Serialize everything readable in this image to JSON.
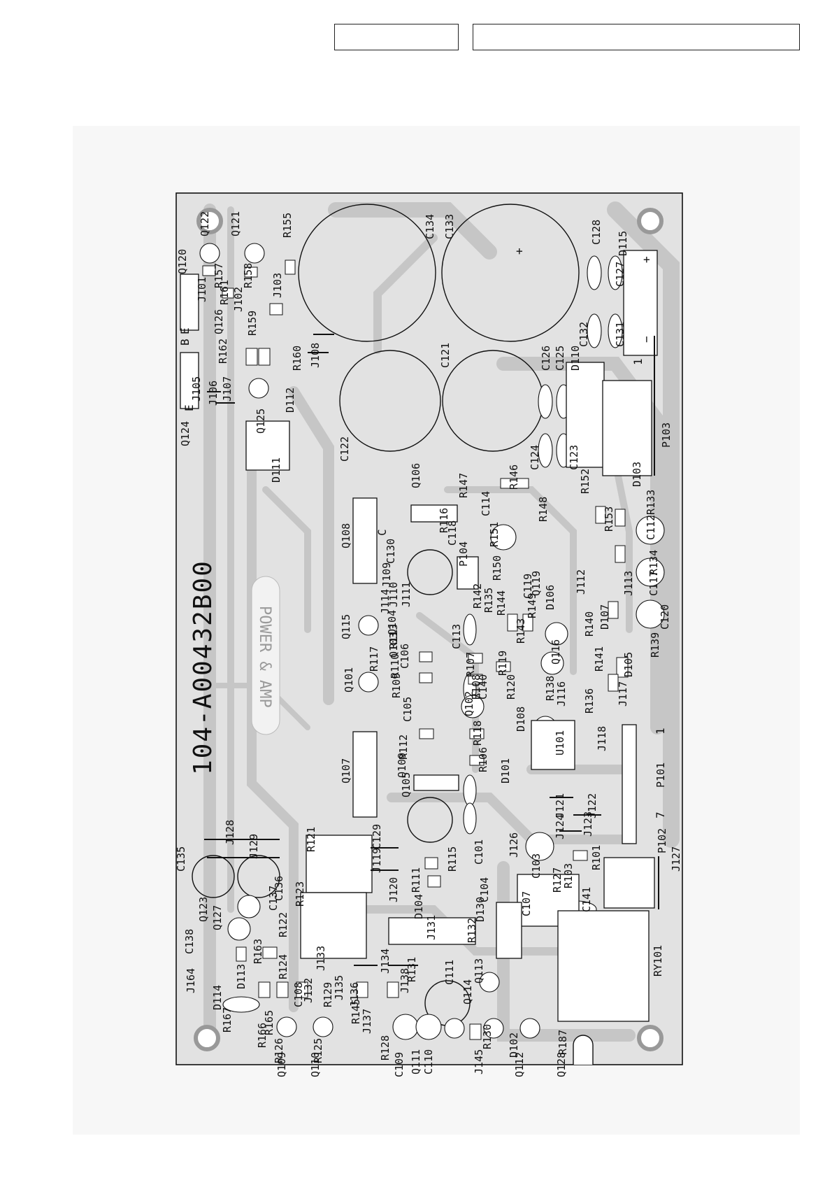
{
  "board": {
    "part_number": "104-A00432B00",
    "title": "POWER & AMP"
  },
  "labels": [
    {
      "id": "c134",
      "text": "C134"
    },
    {
      "id": "c133",
      "text": "C133"
    },
    {
      "id": "c121",
      "text": "C121"
    },
    {
      "id": "c122",
      "text": "C122"
    },
    {
      "id": "c135",
      "text": "C135"
    },
    {
      "id": "c128",
      "text": "C128"
    },
    {
      "id": "c127",
      "text": "C127"
    },
    {
      "id": "c132",
      "text": "C132"
    },
    {
      "id": "c131",
      "text": "C131"
    },
    {
      "id": "c126",
      "text": "C126"
    },
    {
      "id": "c125",
      "text": "C125"
    },
    {
      "id": "c124",
      "text": "C124"
    },
    {
      "id": "c123",
      "text": "C123"
    },
    {
      "id": "d115",
      "text": "D115"
    },
    {
      "id": "d110",
      "text": "D110"
    },
    {
      "id": "d111",
      "text": "D111"
    },
    {
      "id": "d112",
      "text": "D112"
    },
    {
      "id": "d103",
      "text": "D103"
    },
    {
      "id": "p103",
      "text": "P103"
    },
    {
      "id": "p101",
      "text": "P101"
    },
    {
      "id": "p102",
      "text": "P102"
    },
    {
      "id": "j127",
      "text": "J127"
    },
    {
      "id": "ry101",
      "text": "RY101"
    },
    {
      "id": "r155",
      "text": "R155"
    },
    {
      "id": "q121",
      "text": "Q121"
    },
    {
      "id": "q122",
      "text": "Q122"
    },
    {
      "id": "q120",
      "text": "Q120"
    },
    {
      "id": "r158",
      "text": "R158"
    },
    {
      "id": "r157",
      "text": "R157"
    },
    {
      "id": "j103",
      "text": "J103"
    },
    {
      "id": "j101",
      "text": "J101"
    },
    {
      "id": "j102",
      "text": "J102"
    },
    {
      "id": "r161",
      "text": "R161"
    },
    {
      "id": "q126",
      "text": "Q126"
    },
    {
      "id": "r159",
      "text": "R159"
    },
    {
      "id": "r162",
      "text": "R162"
    },
    {
      "id": "r160",
      "text": "R160"
    },
    {
      "id": "j108",
      "text": "J108"
    },
    {
      "id": "j105",
      "text": "J105"
    },
    {
      "id": "j106",
      "text": "J106"
    },
    {
      "id": "j107",
      "text": "J107"
    },
    {
      "id": "q125",
      "text": "Q125"
    },
    {
      "id": "q124",
      "text": "Q124"
    },
    {
      "id": "q108",
      "text": "Q108"
    },
    {
      "id": "q107",
      "text": "Q107"
    },
    {
      "id": "q106",
      "text": "Q106"
    },
    {
      "id": "q101",
      "text": "Q101"
    },
    {
      "id": "q115",
      "text": "Q115"
    },
    {
      "id": "q105",
      "text": "Q105"
    },
    {
      "id": "q102",
      "text": "Q102"
    },
    {
      "id": "q116",
      "text": "Q116"
    },
    {
      "id": "q119",
      "text": "Q119"
    },
    {
      "id": "u101",
      "text": "U101"
    },
    {
      "id": "r146",
      "text": "R146"
    },
    {
      "id": "r147",
      "text": "R147"
    },
    {
      "id": "r152",
      "text": "R152"
    },
    {
      "id": "r153",
      "text": "R153"
    },
    {
      "id": "r133",
      "text": "R133"
    },
    {
      "id": "c112",
      "text": "C112"
    },
    {
      "id": "r134",
      "text": "R134"
    },
    {
      "id": "c117",
      "text": "C117"
    },
    {
      "id": "c120",
      "text": "C120"
    },
    {
      "id": "r139",
      "text": "R139"
    },
    {
      "id": "d105",
      "text": "D105"
    },
    {
      "id": "d107",
      "text": "D107"
    },
    {
      "id": "d106",
      "text": "D106"
    },
    {
      "id": "j113",
      "text": "J113"
    },
    {
      "id": "j112",
      "text": "J112"
    },
    {
      "id": "j117",
      "text": "J117"
    },
    {
      "id": "j118",
      "text": "J118"
    },
    {
      "id": "r136",
      "text": "R136"
    },
    {
      "id": "r138",
      "text": "R138"
    },
    {
      "id": "r141",
      "text": "R141"
    },
    {
      "id": "r140",
      "text": "R140"
    },
    {
      "id": "r143",
      "text": "R143"
    },
    {
      "id": "c130",
      "text": "C130"
    },
    {
      "id": "c118",
      "text": "C118"
    },
    {
      "id": "r116",
      "text": "R116"
    },
    {
      "id": "c114",
      "text": "C114"
    },
    {
      "id": "r151",
      "text": "R151"
    },
    {
      "id": "r150",
      "text": "R150"
    },
    {
      "id": "c119",
      "text": "C119"
    },
    {
      "id": "r149",
      "text": "R149"
    },
    {
      "id": "r142",
      "text": "R142"
    },
    {
      "id": "r135",
      "text": "R135"
    },
    {
      "id": "r144",
      "text": "R144"
    },
    {
      "id": "p104",
      "text": "P104"
    },
    {
      "id": "c113",
      "text": "C113"
    },
    {
      "id": "r107",
      "text": "R107"
    },
    {
      "id": "r108",
      "text": "R108"
    },
    {
      "id": "c140",
      "text": "C140"
    },
    {
      "id": "c106",
      "text": "C106"
    },
    {
      "id": "c105",
      "text": "C105"
    },
    {
      "id": "r112",
      "text": "R112"
    },
    {
      "id": "r118",
      "text": "R118"
    },
    {
      "id": "r106",
      "text": "R106"
    },
    {
      "id": "d108",
      "text": "D108"
    },
    {
      "id": "d101",
      "text": "D101"
    },
    {
      "id": "q109",
      "text": "Q109"
    },
    {
      "id": "c129",
      "text": "C129"
    },
    {
      "id": "j119",
      "text": "J119"
    },
    {
      "id": "j120",
      "text": "J120"
    },
    {
      "id": "r121",
      "text": "R121"
    },
    {
      "id": "r115",
      "text": "R115"
    },
    {
      "id": "r111",
      "text": "R111"
    },
    {
      "id": "c101",
      "text": "C101"
    },
    {
      "id": "c104",
      "text": "C104"
    },
    {
      "id": "j126",
      "text": "J126"
    },
    {
      "id": "c103",
      "text": "C103"
    },
    {
      "id": "r103",
      "text": "R103"
    },
    {
      "id": "r101",
      "text": "R101"
    },
    {
      "id": "j121",
      "text": "J121"
    },
    {
      "id": "j122",
      "text": "J122"
    },
    {
      "id": "j123",
      "text": "J123"
    },
    {
      "id": "j124",
      "text": "J124"
    },
    {
      "id": "r127",
      "text": "R127"
    },
    {
      "id": "c141",
      "text": "C141"
    },
    {
      "id": "c107",
      "text": "C107"
    },
    {
      "id": "d130",
      "text": "D130"
    },
    {
      "id": "d104",
      "text": "D104"
    },
    {
      "id": "r132",
      "text": "R132"
    },
    {
      "id": "j131",
      "text": "J131"
    },
    {
      "id": "j134",
      "text": "J134"
    },
    {
      "id": "r131",
      "text": "R131"
    },
    {
      "id": "j138",
      "text": "J138"
    },
    {
      "id": "c111",
      "text": "C111"
    },
    {
      "id": "q113",
      "text": "Q113"
    },
    {
      "id": "q114",
      "text": "Q114"
    },
    {
      "id": "r130",
      "text": "R130"
    },
    {
      "id": "d102",
      "text": "D102"
    },
    {
      "id": "r187",
      "text": "R187"
    },
    {
      "id": "q128",
      "text": "Q128"
    },
    {
      "id": "q112",
      "text": "Q112"
    },
    {
      "id": "j145",
      "text": "J145"
    },
    {
      "id": "q111",
      "text": "Q111"
    },
    {
      "id": "c110",
      "text": "C110"
    },
    {
      "id": "c109",
      "text": "C109"
    },
    {
      "id": "r128",
      "text": "R128"
    },
    {
      "id": "j137",
      "text": "J137"
    },
    {
      "id": "r145",
      "text": "R145"
    },
    {
      "id": "j136",
      "text": "J136"
    },
    {
      "id": "j135",
      "text": "J135"
    },
    {
      "id": "r129",
      "text": "R129"
    },
    {
      "id": "r125",
      "text": "R125"
    },
    {
      "id": "q110",
      "text": "Q110"
    },
    {
      "id": "q109b",
      "text": "Q109"
    },
    {
      "id": "r126",
      "text": "R126"
    },
    {
      "id": "r165",
      "text": "R165"
    },
    {
      "id": "r166",
      "text": "R166"
    },
    {
      "id": "r167",
      "text": "R167"
    },
    {
      "id": "d114",
      "text": "D114"
    },
    {
      "id": "j164",
      "text": "J164"
    },
    {
      "id": "c138",
      "text": "C138"
    },
    {
      "id": "q127",
      "text": "Q127"
    },
    {
      "id": "d113",
      "text": "D113"
    },
    {
      "id": "r163",
      "text": "R163"
    },
    {
      "id": "r124",
      "text": "R124"
    },
    {
      "id": "r122",
      "text": "R122"
    },
    {
      "id": "c137",
      "text": "C137"
    },
    {
      "id": "c136",
      "text": "C136"
    },
    {
      "id": "q123",
      "text": "Q123"
    },
    {
      "id": "r123",
      "text": "R123"
    },
    {
      "id": "j128",
      "text": "J128"
    },
    {
      "id": "j129",
      "text": "J129"
    },
    {
      "id": "j133",
      "text": "J133"
    },
    {
      "id": "j132",
      "text": "J132"
    },
    {
      "id": "c108",
      "text": "C108"
    },
    {
      "id": "j110",
      "text": "J110"
    },
    {
      "id": "j111",
      "text": "J111"
    },
    {
      "id": "j109",
      "text": "J109"
    },
    {
      "id": "q104",
      "text": "Q104"
    },
    {
      "id": "q103",
      "text": "Q103"
    },
    {
      "id": "r113",
      "text": "R113"
    },
    {
      "id": "r117",
      "text": "R117"
    },
    {
      "id": "r110",
      "text": "R110"
    },
    {
      "id": "r109",
      "text": "R109"
    },
    {
      "id": "r119",
      "text": "R119"
    },
    {
      "id": "r120",
      "text": "R120"
    },
    {
      "id": "j116",
      "text": "J116"
    },
    {
      "id": "r148",
      "text": "R148"
    },
    {
      "id": "j114",
      "text": "J114"
    }
  ],
  "markers": {
    "pin1_a": "1",
    "pin1_b": "1",
    "pin7": "7",
    "plus_a": "+",
    "plus_b": "+",
    "minus_a": "−",
    "b1": "B",
    "e1": "E",
    "e2": "E",
    "c1": "C"
  }
}
